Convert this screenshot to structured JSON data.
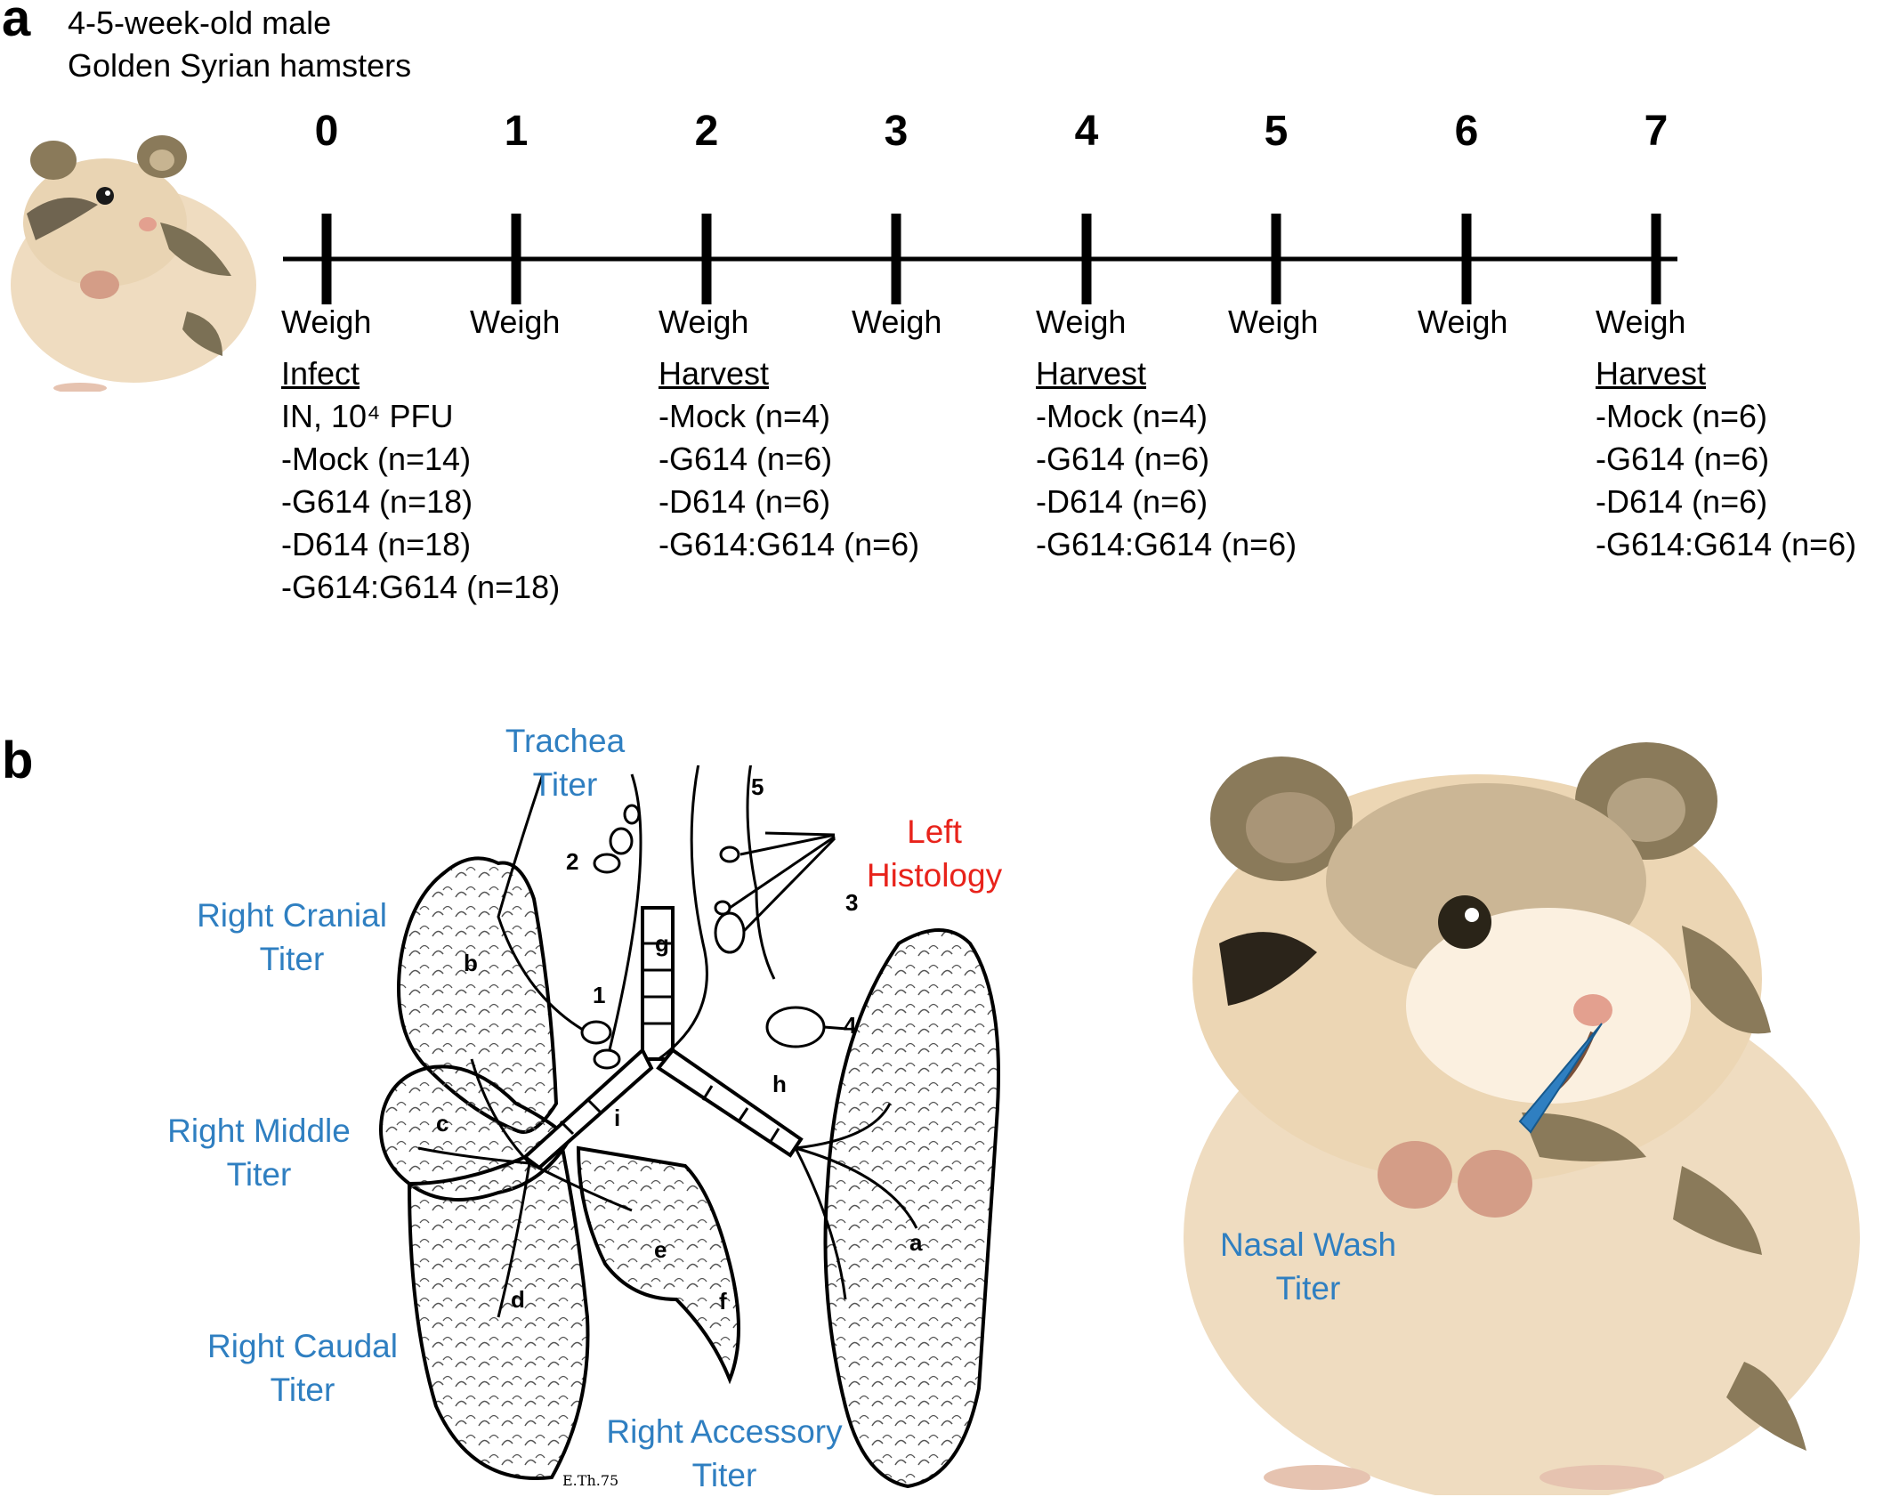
{
  "panel_a": {
    "letter": "a",
    "animal_line1": "4-5-week-old male",
    "animal_line2": "Golden Syrian hamsters",
    "days": [
      "0",
      "1",
      "2",
      "3",
      "4",
      "5",
      "6",
      "7"
    ],
    "weigh_label": "Weigh",
    "events": [
      {
        "heading": "Infect",
        "lines": [
          "IN, 10⁴ PFU",
          "-Mock (n=14)",
          "-G614 (n=18)",
          "-D614 (n=18)",
          "-G614:G614 (n=18)"
        ]
      },
      {
        "heading": "Harvest",
        "lines": [
          "-Mock (n=4)",
          "-G614 (n=6)",
          "-D614 (n=6)",
          "-G614:G614 (n=6)"
        ]
      },
      {
        "heading": "Harvest",
        "lines": [
          "-Mock (n=4)",
          "-G614 (n=6)",
          "-D614 (n=6)",
          "-G614:G614 (n=6)"
        ]
      },
      {
        "heading": "Harvest",
        "lines": [
          "-Mock (n=6)",
          "-G614 (n=6)",
          "-D614 (n=6)",
          "-G614:G614 (n=6)"
        ]
      }
    ]
  },
  "panel_b": {
    "letter": "b",
    "labels": {
      "trachea": [
        "Trachea",
        "Titer"
      ],
      "left": [
        "Left",
        "Histology"
      ],
      "right_cranial": [
        "Right Cranial",
        "Titer"
      ],
      "right_middle": [
        "Right Middle",
        "Titer"
      ],
      "right_caudal": [
        "Right Caudal",
        "Titer"
      ],
      "right_accessory": [
        "Right Accessory",
        "Titer"
      ],
      "nasal_wash": [
        "Nasal Wash",
        "Titer"
      ]
    },
    "lobe_letters": {
      "a": "a",
      "b": "b",
      "c": "c",
      "d": "d",
      "e": "e",
      "f": "f",
      "g": "g",
      "h": "h",
      "i": "i"
    },
    "node_numbers": {
      "n1": "1",
      "n2": "2",
      "n3": "3",
      "n4": "4",
      "n5": "5"
    },
    "signature": "E.Th.75"
  },
  "colors": {
    "title_blue": "#2f7fc1",
    "histology_red": "#e8231b",
    "hamster_fur": "#efdcc0",
    "hamster_dark": "#8a7a5a"
  }
}
